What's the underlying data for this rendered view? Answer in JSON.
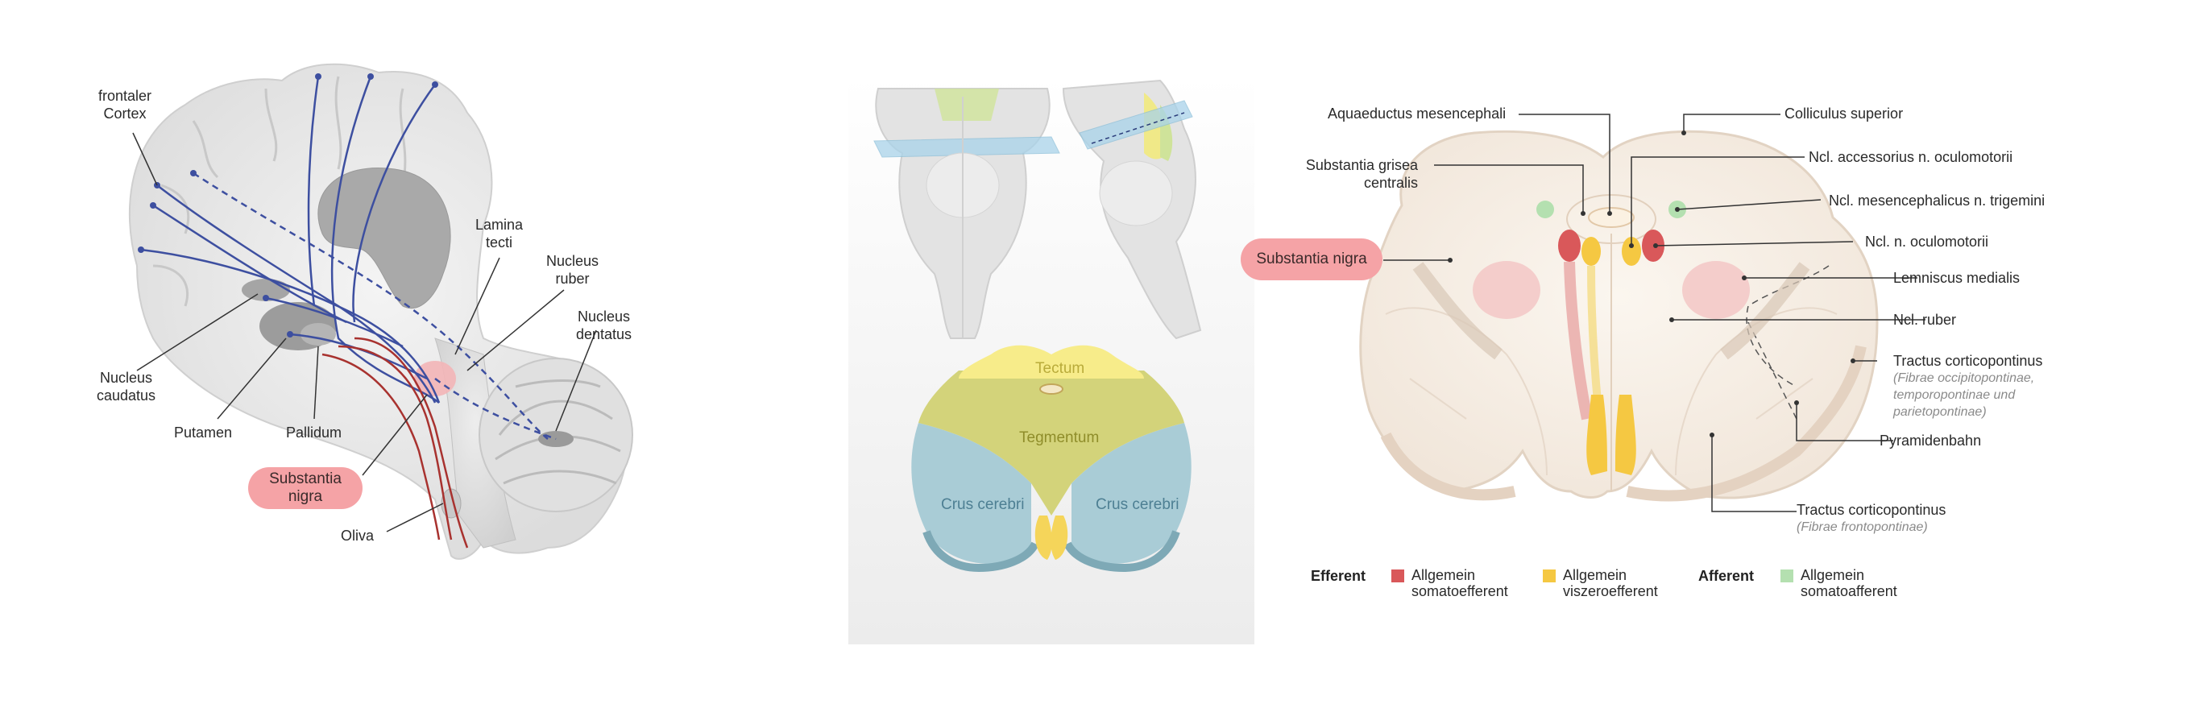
{
  "left_panel": {
    "labels": {
      "frontaler_cortex": "frontaler\nCortex",
      "lamina_tecti": "Lamina\ntecti",
      "nucleus_ruber": "Nucleus\nruber",
      "nucleus_dentatus": "Nucleus\ndentatus",
      "nucleus_caudatus": "Nucleus\ncaudatus",
      "putamen": "Putamen",
      "pallidum": "Pallidum",
      "substantia_nigra": "Substantia\nnigra",
      "oliva": "Oliva"
    }
  },
  "middle_panel": {
    "sections": {
      "tectum": "Tectum",
      "tegmentum": "Tegmentum",
      "crus_left": "Crus cerebri",
      "crus_right": "Crus cerebri"
    }
  },
  "right_panel": {
    "labels": {
      "aquaeductus": "Aquaeductus mesencephali",
      "colliculus": "Colliculus superior",
      "grisea": "Substantia grisea\ncentralis",
      "accessorius": "Ncl. accessorius n. oculomotorii",
      "mesencephalicus": "Ncl. mesencephalicus n. trigemini",
      "oculomotorii": "Ncl. n. oculomotorii",
      "substantia_nigra": "Substantia nigra",
      "lemniscus": "Lemniscus medialis",
      "ruber": "Ncl. ruber",
      "tractus_cp": "Tractus corticopontinus",
      "tractus_cp_sub": "(Fibrae occipitopontinae,\ntemporopontinae und\nparietopontinae)",
      "pyramidenbahn": "Pyramidenbahn",
      "tractus_cp2": "Tractus corticopontinus",
      "tractus_cp2_sub": "(Fibrae frontopontinae)"
    },
    "legend": {
      "efferent_title": "Efferent",
      "afferent_title": "Afferent",
      "items": [
        {
          "label": "Allgemein\nsomatoefferent",
          "color": "#d9585a"
        },
        {
          "label": "Allgemein\nviszeroefferent",
          "color": "#f5c842"
        },
        {
          "label": "Allgemein\nsomatoafferent",
          "color": "#b4e0b0"
        }
      ]
    }
  },
  "colors": {
    "pathway_blue": "#3d4fa0",
    "pathway_red": "#a8322f",
    "nigra_pink": "#f5a3a6",
    "tectum_yellow": "#f7ec8a",
    "tegmentum_olive": "#d3d37a",
    "crus_blue": "#a9ccd6"
  }
}
